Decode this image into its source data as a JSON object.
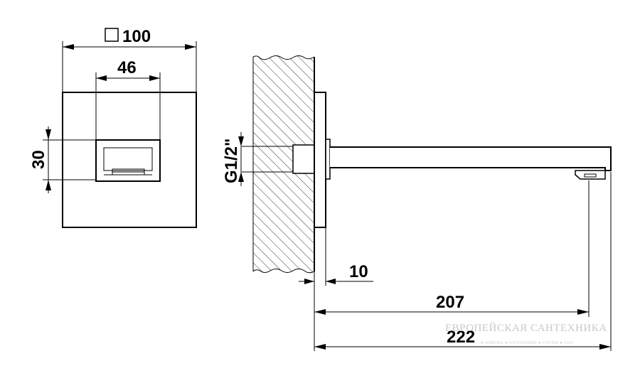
{
  "dimensions": {
    "square_symbol": "□",
    "plate_width": "100",
    "outlet_width": "46",
    "outlet_height": "30",
    "thread": "G1/2\"",
    "plate_thickness": "10",
    "projection_to_outlet": "207",
    "total_projection": "222"
  },
  "watermark": {
    "title": "ЕВРОПЕЙСКАЯ САНТЕХНИКА",
    "subtitle": "● ПЛИТКА ● ОТОПЛЕНИЕ ● САУНЫ ● СПА"
  }
}
